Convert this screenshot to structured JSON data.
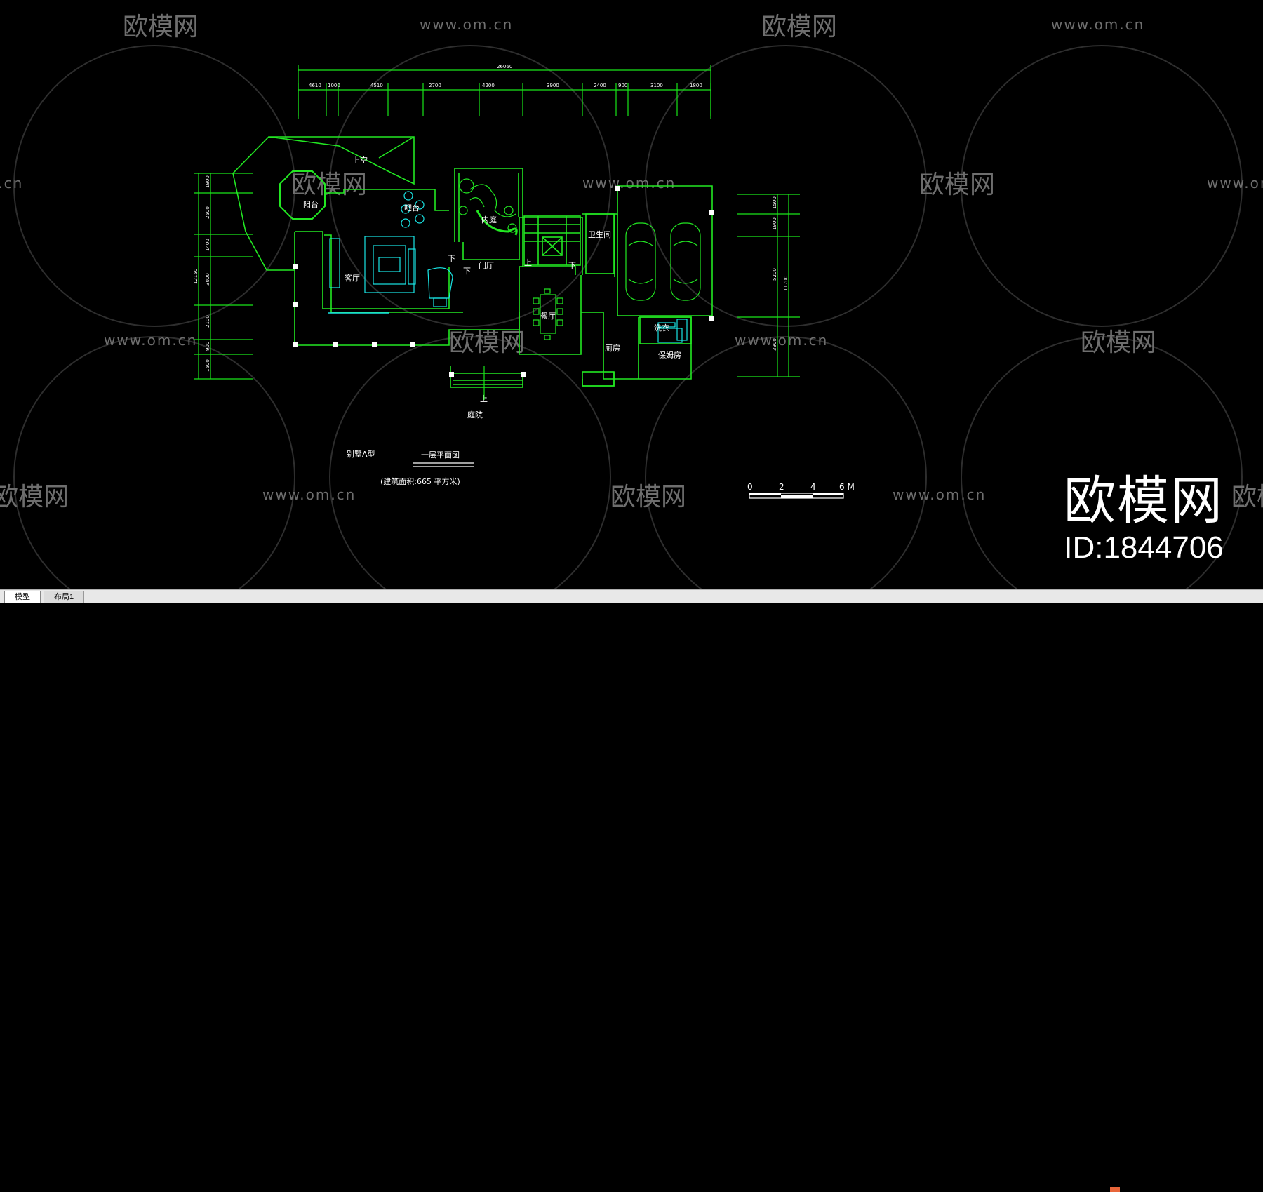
{
  "watermark": {
    "brand": "欧模网",
    "url": "www.om.cn"
  },
  "overlay": {
    "brand": "欧模网",
    "id": "ID:1844706"
  },
  "plan": {
    "total_dim": "26060",
    "top_dims": [
      "4610",
      "1000",
      "4510",
      "2700",
      "4200",
      "3900",
      "2400",
      "900",
      "3100",
      "1800"
    ],
    "left_dims": [
      "1900",
      "2500",
      "1400",
      "3000",
      "2100",
      "900",
      "1500"
    ],
    "left_total": "12150",
    "right_dims": [
      "1500",
      "1900",
      "5200",
      "3900"
    ],
    "right_total": "11700",
    "rooms": {
      "upper": "上空",
      "balcony": "阳台",
      "bar": "吧台",
      "living": "客厅",
      "inner_garden": "内庭",
      "entrance_hall": "门厅",
      "dining": "餐厅",
      "bathroom": "卫生间",
      "kitchen": "厨房",
      "laundry": "洗衣",
      "maid_room": "保姆房",
      "courtyard": "庭院",
      "down1": "下",
      "down2": "下",
      "up1": "上",
      "down3": "下",
      "up2": "上"
    },
    "title_left": "别墅A型",
    "title_center": "一层平面图",
    "area_note": "(建筑面积:665 平方米)"
  },
  "scale": {
    "labels": [
      "0",
      "2",
      "4",
      "6 M"
    ]
  },
  "tabs": {
    "model": "模型",
    "layout1": "布局1"
  }
}
